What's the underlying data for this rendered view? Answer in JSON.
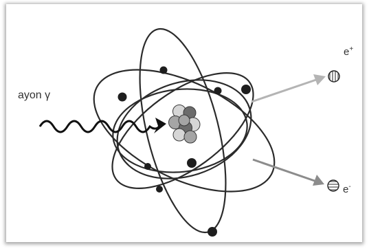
{
  "labels": {
    "gamma_ray": "ayon γ",
    "positron_symbol": "e",
    "positron_sign": "+",
    "electron_symbol": "e",
    "electron_sign": "-"
  },
  "colors": {
    "line": "#2b2b2b",
    "electron_dot": "#1e1e1e",
    "arrow": "#b4b4b4",
    "arrow_lower": "#8c8c8c",
    "nucleus_dark": "#6c6c6c",
    "nucleus_mid": "#a5a5a5",
    "nucleus_light": "#d6d6d6"
  },
  "icons": {
    "gamma_wave": "wavy-arrow",
    "nucleus": "atom-nucleus",
    "positron": "striped-circle-vertical",
    "electron": "striped-circle-horizontal"
  }
}
